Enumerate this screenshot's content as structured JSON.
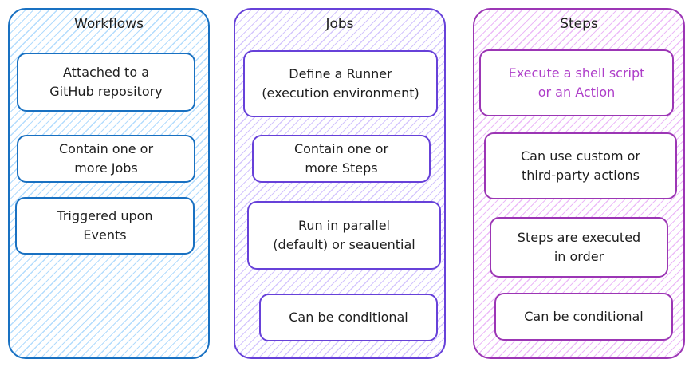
{
  "colors": {
    "workflows_stroke": "#1971c2",
    "jobs_stroke": "#6741d9",
    "steps_stroke": "#9c36b5",
    "text": "#1e1e1e",
    "highlight_text": "#ae3ec9"
  },
  "workflows": {
    "title": "Workflows",
    "items": [
      "Attached to a\nGitHub repository",
      "Contain one or\nmore Jobs",
      "Triggered upon\nEvents"
    ]
  },
  "jobs": {
    "title": "Jobs",
    "items": [
      "Define a Runner\n(execution environment)",
      "Contain one or\nmore Steps",
      "Run in parallel\n(default) or seauential",
      "Can be conditional"
    ]
  },
  "steps": {
    "title": "Steps",
    "items": [
      "Execute a shell script\nor an Action",
      "Can use custom or\nthird-party actions",
      "Steps are executed\nin order",
      "Can be conditional"
    ]
  }
}
